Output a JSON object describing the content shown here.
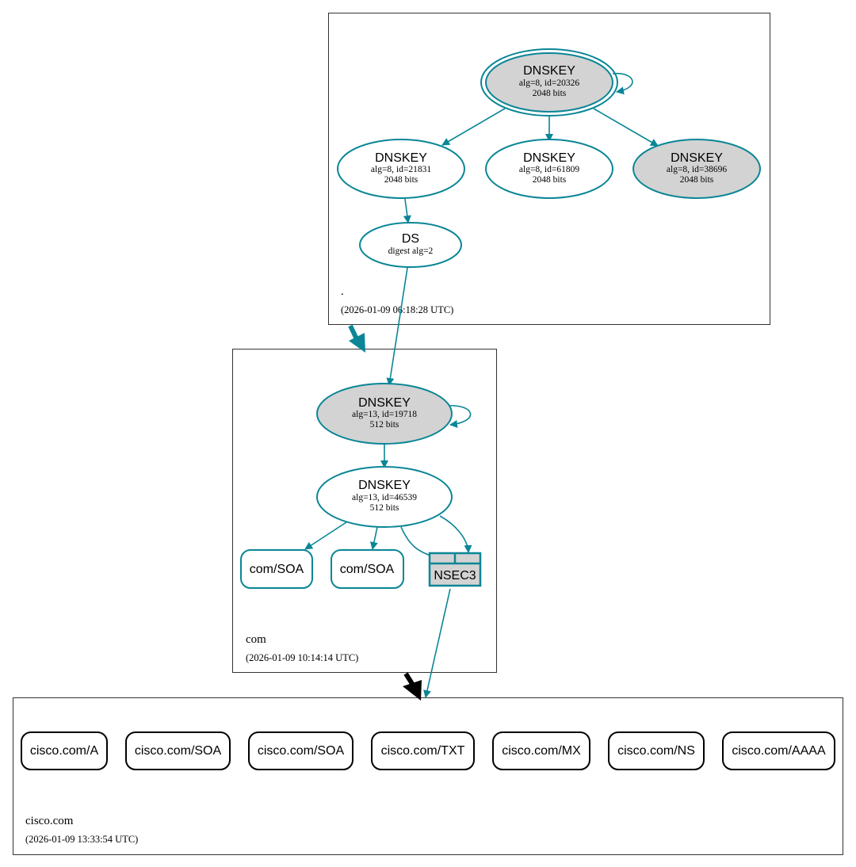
{
  "colors": {
    "edge": "#0a8696",
    "node_fill_ksk": "#d3d3d3",
    "node_fill_plain": "#ffffff",
    "delegation_black": "#000000"
  },
  "zones": {
    "root": {
      "name": ".",
      "timestamp": "(2026-01-09 06:18:28 UTC)",
      "keys": [
        {
          "title": "DNSKEY",
          "alg": "alg=8, id=20326",
          "bits": "2048 bits",
          "role": "ksk-trust-anchor"
        },
        {
          "title": "DNSKEY",
          "alg": "alg=8, id=21831",
          "bits": "2048 bits",
          "role": "zsk"
        },
        {
          "title": "DNSKEY",
          "alg": "alg=8, id=61809",
          "bits": "2048 bits",
          "role": "zsk"
        },
        {
          "title": "DNSKEY",
          "alg": "alg=8, id=38696",
          "bits": "2048 bits",
          "role": "ksk"
        }
      ],
      "ds": {
        "title": "DS",
        "sub": "digest alg=2"
      }
    },
    "com": {
      "name": "com",
      "timestamp": "(2026-01-09 10:14:14 UTC)",
      "keys": [
        {
          "title": "DNSKEY",
          "alg": "alg=13, id=19718",
          "bits": "512 bits",
          "role": "ksk"
        },
        {
          "title": "DNSKEY",
          "alg": "alg=13, id=46539",
          "bits": "512 bits",
          "role": "zsk"
        }
      ],
      "records": [
        "com/SOA",
        "com/SOA"
      ],
      "nsec": "NSEC3"
    },
    "cisco": {
      "name": "cisco.com",
      "timestamp": "(2026-01-09 13:33:54 UTC)",
      "records": [
        "cisco.com/A",
        "cisco.com/SOA",
        "cisco.com/SOA",
        "cisco.com/TXT",
        "cisco.com/MX",
        "cisco.com/NS",
        "cisco.com/AAAA"
      ]
    }
  }
}
